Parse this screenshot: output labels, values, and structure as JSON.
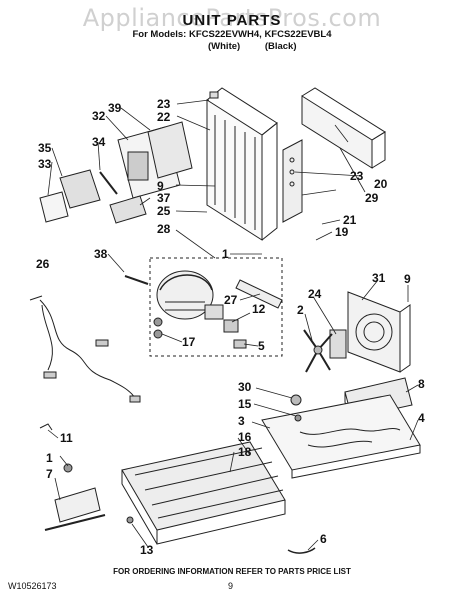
{
  "watermark": "AppliancePartsPros.com",
  "header": {
    "title": "UNIT PARTS",
    "models": "For Models: KFCS22EVWH4, KFCS22EVBL4",
    "variant_white": "(White)",
    "variant_black": "(Black)"
  },
  "footer": {
    "info": "FOR ORDERING INFORMATION REFER TO PARTS PRICE LIST",
    "doc_number": "W10526173",
    "page_number": "9"
  },
  "callouts": [
    "1",
    "2",
    "3",
    "4",
    "5",
    "6",
    "7",
    "8",
    "9",
    "11",
    "12",
    "13",
    "15",
    "16",
    "17",
    "18",
    "19",
    "20",
    "21",
    "22",
    "23",
    "24",
    "25",
    "26",
    "27",
    "28",
    "29",
    "30",
    "31",
    "32",
    "33",
    "34",
    "35",
    "37",
    "38",
    "39"
  ]
}
